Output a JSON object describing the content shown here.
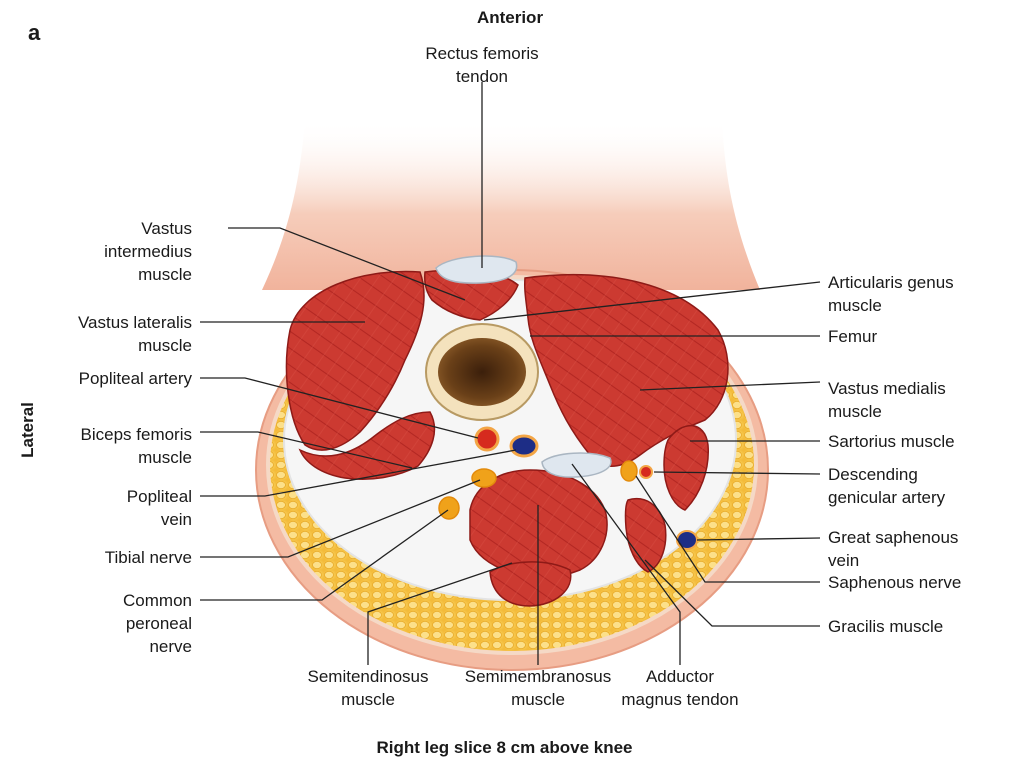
{
  "panel_letter": "a",
  "orientation": {
    "top": "Anterior",
    "side": "Lateral"
  },
  "caption": "Right leg slice 8 cm above knee",
  "labels": {
    "rectus_femoris_tendon": [
      "Rectus femoris",
      "tendon"
    ],
    "vastus_intermedius": [
      "Vastus",
      "intermedius",
      "muscle"
    ],
    "vastus_lateralis": [
      "Vastus lateralis",
      "muscle"
    ],
    "popliteal_artery": [
      "Popliteal artery"
    ],
    "biceps_femoris": [
      "Biceps femoris",
      "muscle"
    ],
    "popliteal_vein": [
      "Popliteal",
      "vein"
    ],
    "tibial_nerve": [
      "Tibial nerve"
    ],
    "common_peroneal_nerve": [
      "Common",
      "peroneal",
      "nerve"
    ],
    "semitendinosus": [
      "Semitendinosus",
      "muscle"
    ],
    "semimembranosus": [
      "Semimembranosus",
      "muscle"
    ],
    "adductor_magnus_tendon": [
      "Adductor",
      "magnus tendon"
    ],
    "articularis_genus": [
      "Articularis genus",
      "muscle"
    ],
    "femur": [
      "Femur"
    ],
    "vastus_medialis": [
      "Vastus medialis",
      "muscle"
    ],
    "sartorius": [
      "Sartorius muscle"
    ],
    "descending_genicular_artery": [
      "Descending",
      "genicular artery"
    ],
    "great_saphenous_vein": [
      "Great saphenous",
      "vein"
    ],
    "saphenous_nerve": [
      "Saphenous nerve"
    ],
    "gracilis": [
      "Gracilis muscle"
    ]
  },
  "colors": {
    "muscle": "#c8322c",
    "muscle_dark": "#a51f1c",
    "fat": "#f6c64a",
    "skin": "#f3b8a0",
    "fascia": "#f4f4f4",
    "bone_cortex": "#f2dfb8",
    "marrow": "#5a3416",
    "artery": "#d62a1e",
    "vein": "#1d2d86",
    "nerve": "#f0a21a"
  }
}
